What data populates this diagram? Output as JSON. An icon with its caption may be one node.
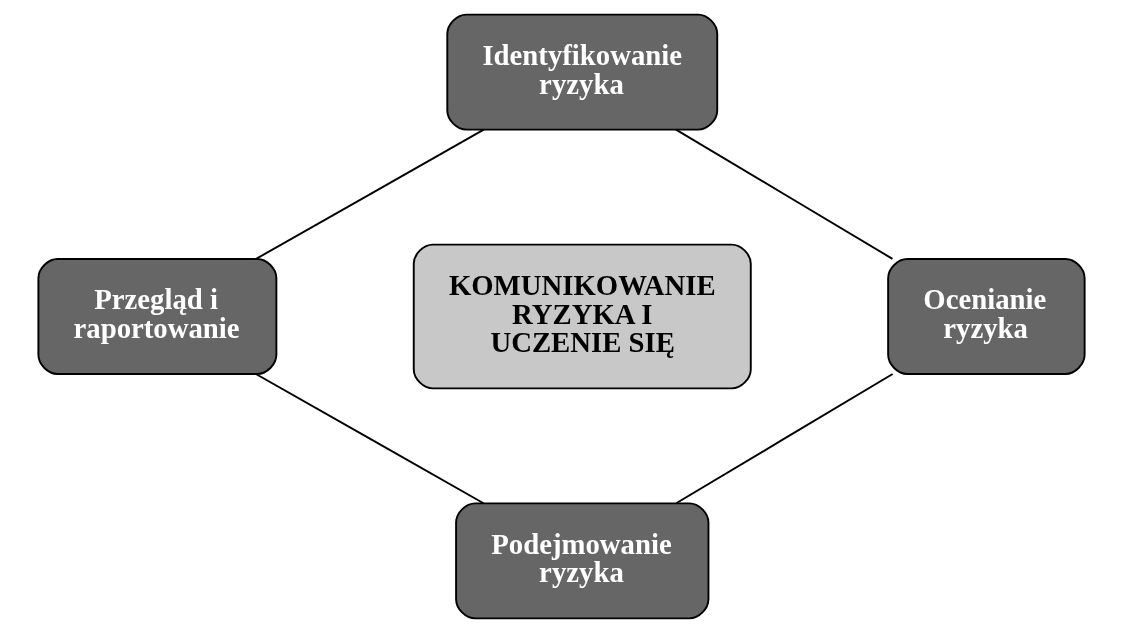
{
  "diagram": {
    "nodes": [
      {
        "text": [
          "Identyfikowanie ryzyka"
        ]
      },
      {
        "text": [
          "Przegląd i raportowanie"
        ]
      },
      {
        "text": [
          "KOMUNIKOWANIE RYZYKA I UCZENIE SIĘ"
        ]
      },
      {
        "text": [
          "Ocenianie ryzyka"
        ]
      },
      {
        "text": [
          "Podejmowanie ryzyka"
        ]
      }
    ],
    "edges": [
      {
        "from": 0,
        "to": 3,
        "arrow": "none"
      },
      {
        "from": 3,
        "to": 4,
        "arrow": "none"
      },
      {
        "from": 4,
        "to": 1,
        "arrow": "none"
      },
      {
        "from": 1,
        "to": 0,
        "arrow": "none"
      }
    ]
  }
}
